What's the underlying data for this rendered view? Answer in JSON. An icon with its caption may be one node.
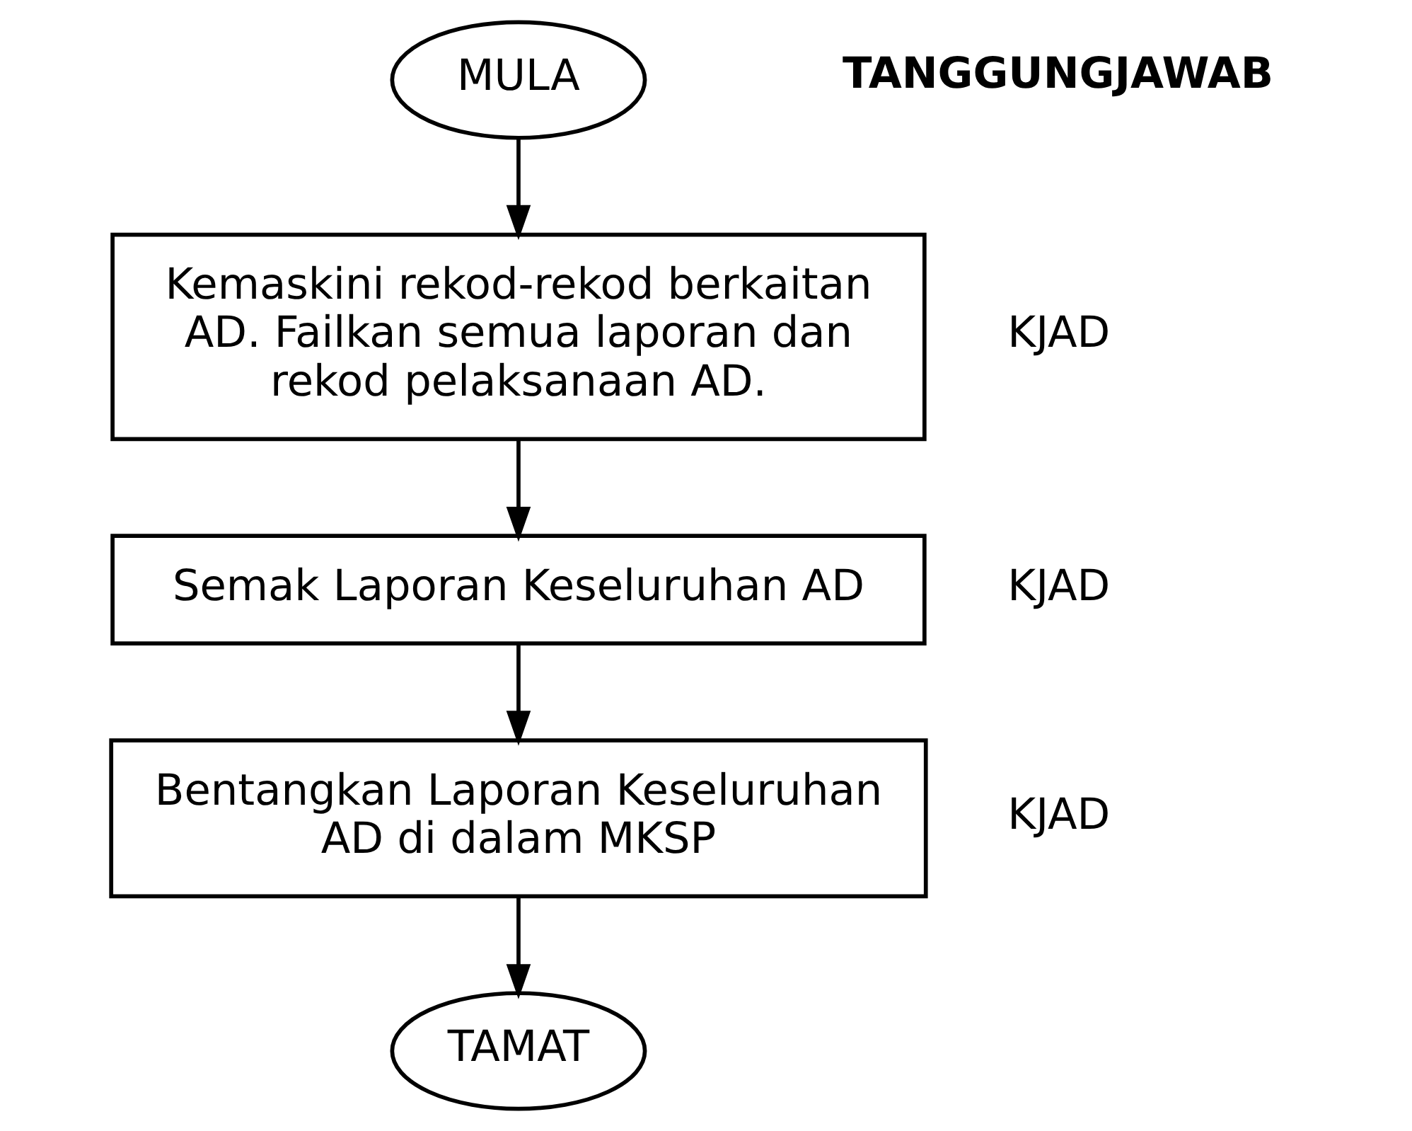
{
  "diagram": {
    "nodes": [
      {
        "text": [
          "MULA"
        ]
      },
      {
        "text": [
          "Kemaskini rekod-rekod berkaitan AD. Failkan semua laporan dan rekod pelaksanaan AD."
        ],
        "beside": [
          "KJAD"
        ]
      },
      {
        "text": [
          "Semak Laporan Keseluruhan AD"
        ],
        "beside": [
          "KJAD"
        ]
      },
      {
        "text": [
          "Bentangkan Laporan Keseluruhan AD di dalam MKSP"
        ],
        "beside": [
          "KJAD"
        ]
      },
      {
        "text": [
          "TAMAT"
        ]
      }
    ],
    "edges": [
      {
        "from": 0,
        "to": 1,
        "arrow": "to"
      },
      {
        "from": 1,
        "to": 2,
        "arrow": "to"
      },
      {
        "from": 2,
        "to": 3,
        "arrow": "to"
      },
      {
        "from": 3,
        "to": 4,
        "arrow": "to"
      }
    ],
    "labels": [
      "TANGGUNGJAWAB"
    ]
  }
}
